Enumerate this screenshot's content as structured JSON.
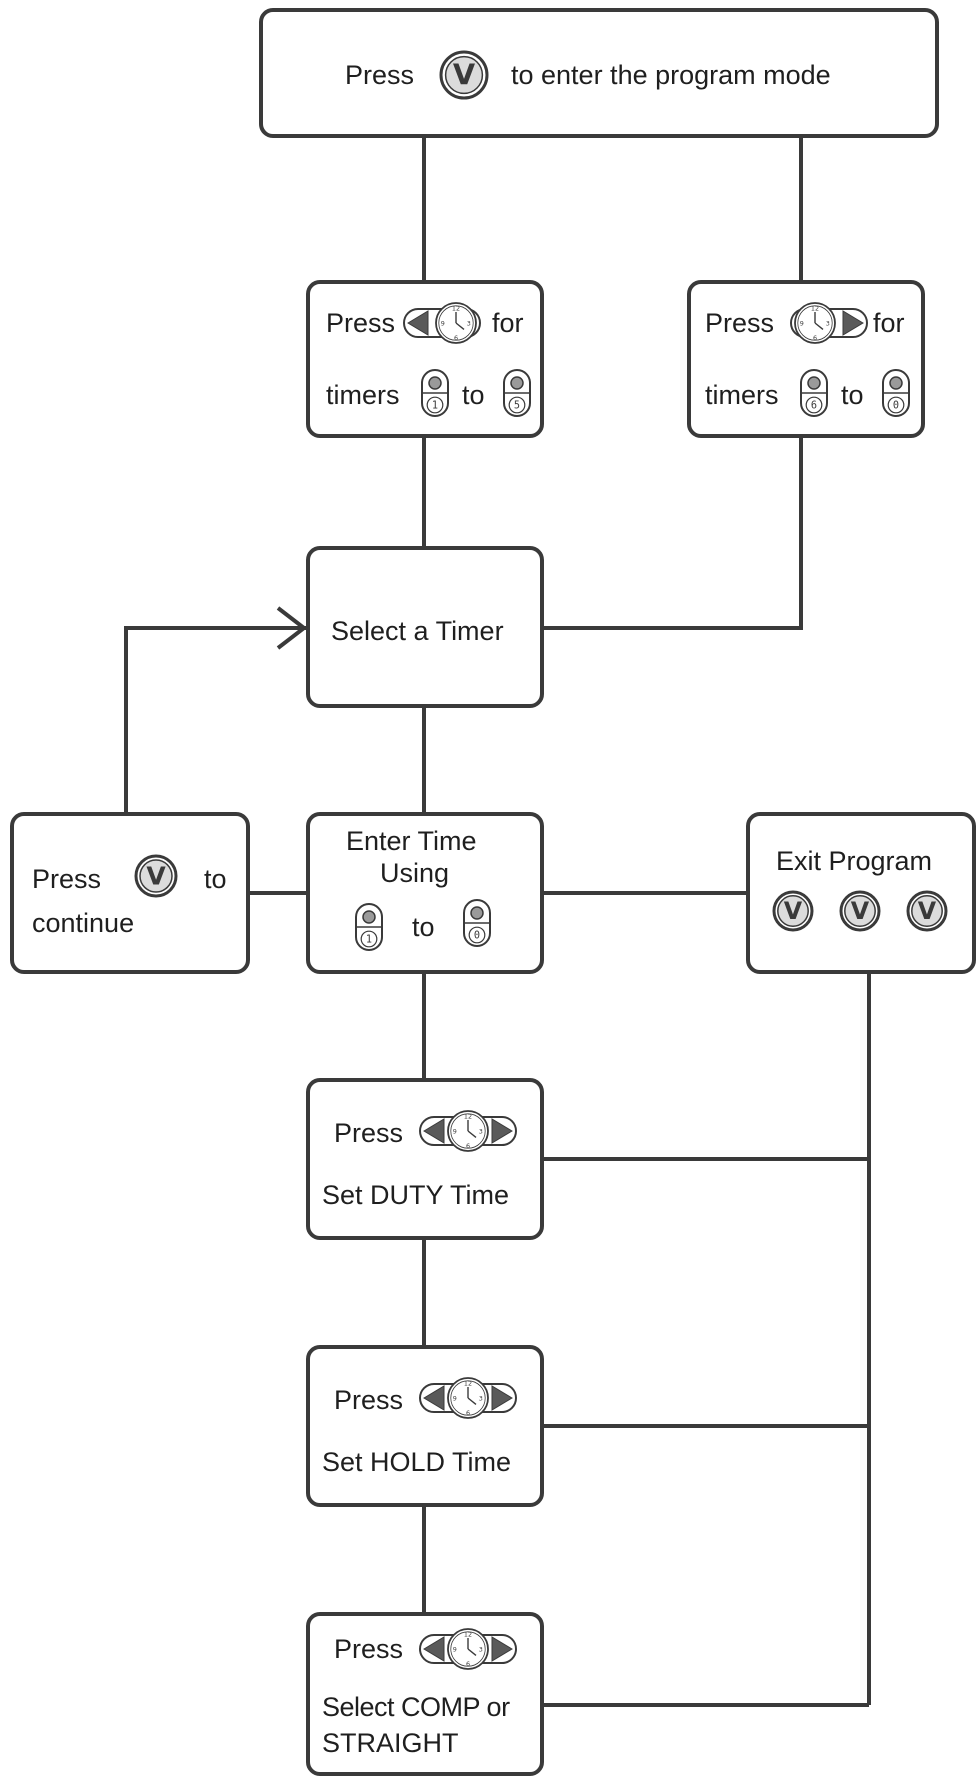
{
  "program_box": {
    "press": "Press",
    "rest": "to enter the program mode"
  },
  "timers_left": {
    "press": "Press",
    "for": "for",
    "timers": "timers",
    "to": "to",
    "first_digit": "1",
    "last_digit": "5"
  },
  "timers_right": {
    "press": "Press",
    "for": "for",
    "timers": "timers",
    "to": "to",
    "first_digit": "6",
    "last_digit": "0"
  },
  "select_timer": {
    "label": "Select a Timer"
  },
  "continue_box": {
    "press": "Press",
    "to": "to",
    "continue": "continue"
  },
  "enter_time": {
    "line1": "Enter Time",
    "line2": "Using",
    "to": "to",
    "first_digit": "1",
    "last_digit": "0"
  },
  "exit_program": {
    "label": "Exit Program",
    "v_presses": 3
  },
  "duty": {
    "press": "Press",
    "label": "Set DUTY Time"
  },
  "hold": {
    "press": "Press",
    "label": "Set HOLD Time"
  },
  "comp": {
    "press": "Press",
    "line1": "Select COMP or",
    "line2": "STRAIGHT"
  },
  "v_key_letter": "V",
  "clock_numbers": [
    "12",
    "3",
    "6",
    "9"
  ],
  "colors": {
    "line": "#3a3a3a",
    "text": "#1f1f1f"
  }
}
